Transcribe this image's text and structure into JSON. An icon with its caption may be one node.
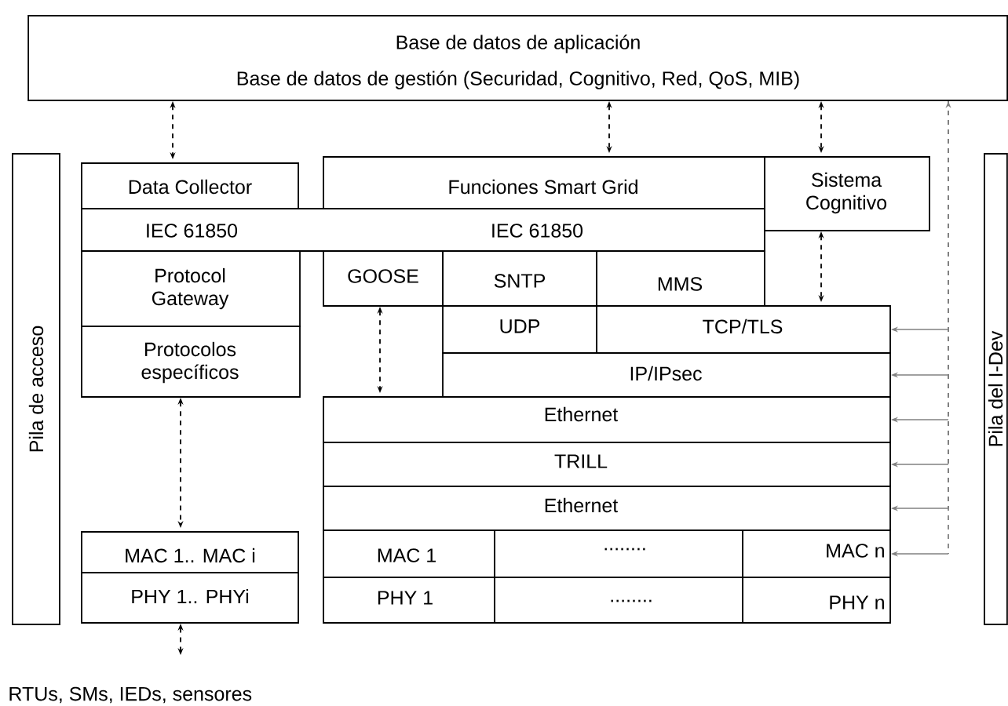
{
  "diagram": {
    "nodes": [
      {
        "text": [
          "Base de datos de aplicación",
          "Base de datos de gestión  (Securidad, Cognitivo, Red, QoS, MIB)"
        ]
      },
      {
        "text": [
          "Pila de acceso"
        ]
      },
      {
        "text": [
          "Data Collector"
        ]
      },
      {
        "text": [
          "Funciones Smart Grid"
        ]
      },
      {
        "text": [
          "Sistema Cognitivo"
        ]
      },
      {
        "text": [
          "Pila del I-Dev"
        ]
      },
      {
        "text": [
          "IEC 61850",
          "IEC 61850"
        ]
      },
      {
        "text": [
          "Protocol Gateway"
        ]
      },
      {
        "text": [
          "GOOSE"
        ]
      },
      {
        "text": [
          "SNTP"
        ]
      },
      {
        "text": [
          "MMS"
        ]
      },
      {
        "text": [
          "UDP"
        ]
      },
      {
        "text": [
          "TCP/TLS"
        ]
      },
      {
        "text": [
          "Protocolos específicos"
        ]
      },
      {
        "text": [
          "IP/IPsec"
        ]
      },
      {
        "text": [
          "Ethernet"
        ]
      },
      {
        "text": [
          "TRILL"
        ]
      },
      {
        "text": [
          "Ethernet"
        ]
      },
      {
        "text": [
          "MAC 1.. MAC i"
        ]
      },
      {
        "text": [
          "MAC 1"
        ]
      },
      {
        "text": [
          "........"
        ]
      },
      {
        "text": [
          "MAC n"
        ]
      },
      {
        "text": [
          "PHY 1.. PHYi"
        ]
      },
      {
        "text": [
          "PHY 1"
        ]
      },
      {
        "text": [
          "........"
        ]
      },
      {
        "text": [
          "PHY n"
        ]
      },
      {
        "text": [
          "RTUs, SMs, IEDs, sensores"
        ]
      }
    ],
    "edges": [
      {
        "from": 0,
        "to": 2,
        "arrow": "both",
        "style": "dashed"
      },
      {
        "from": 0,
        "to": 3,
        "arrow": "both",
        "style": "dashed"
      },
      {
        "from": 0,
        "to": 4,
        "arrow": "both",
        "style": "dashed"
      },
      {
        "from": 4,
        "to": 12,
        "arrow": "both",
        "style": "dashed"
      },
      {
        "from": 8,
        "to": 15,
        "arrow": "both",
        "style": "dashed"
      },
      {
        "from": 13,
        "to": 18,
        "arrow": "both",
        "style": "dashed"
      },
      {
        "from": 22,
        "to": 26,
        "arrow": "both",
        "style": "dashed"
      },
      {
        "from": 0,
        "to": 12,
        "arrow": "both",
        "style": "dashed",
        "color": "#808080"
      },
      {
        "from": 0,
        "to": 14,
        "arrow": "both",
        "style": "dashed",
        "color": "#808080"
      },
      {
        "from": 0,
        "to": 15,
        "arrow": "both",
        "style": "dashed",
        "color": "#808080"
      },
      {
        "from": 0,
        "to": 16,
        "arrow": "both",
        "style": "dashed",
        "color": "#808080"
      },
      {
        "from": 0,
        "to": 17,
        "arrow": "both",
        "style": "dashed",
        "color": "#808080"
      },
      {
        "from": 0,
        "to": 21,
        "arrow": "both",
        "style": "dashed",
        "color": "#808080"
      }
    ]
  }
}
